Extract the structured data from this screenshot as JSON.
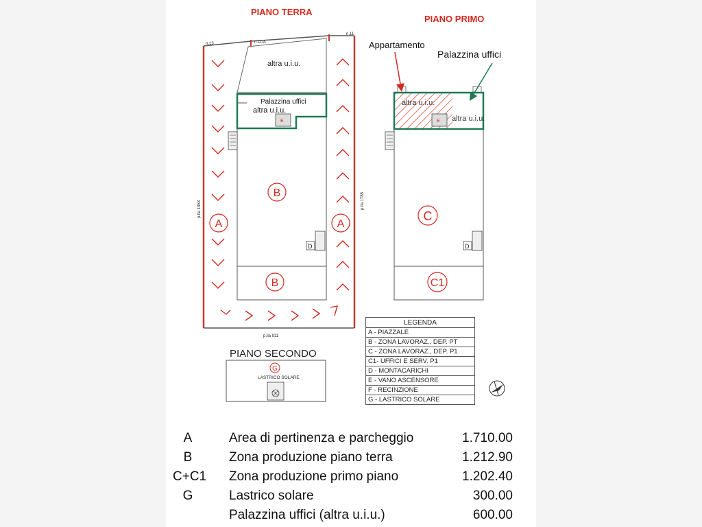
{
  "floors": {
    "ground": "PIANO TERRA",
    "first": "PIANO PRIMO",
    "second": "PIANO SECONDO"
  },
  "annotations": {
    "apartment": "Appartamento",
    "office_building_first": "Palazzina uffici",
    "office_building_ground": "Palazzina uffici",
    "other_unit": "altra u.i.u."
  },
  "parcels": {
    "n13": "n.13",
    "n11a": "n.11/A",
    "n11": "n.11",
    "left": "p.lla 1353",
    "right": "p.lla 1785",
    "bottom": "p.lla 911"
  },
  "zones": {
    "a": "A",
    "b": "B",
    "c": "C",
    "c1": "C1",
    "d": "D",
    "e": "E",
    "g": "G"
  },
  "solar_roof_label": "LASTRICO SOLARE",
  "legend": {
    "title": "LEGENDA",
    "items": [
      "A - PIAZZALE",
      "B - ZONA LAVORAZ., DEP. PT",
      "C - ZONA LAVORAZ., DEP. P1",
      "C1- UFFICI E SERV. P1",
      "D - MONTACARICHI",
      "E - VANO ASCENSORE",
      "F - RECINZIONE",
      "G - LASTRICO SOLARE"
    ]
  },
  "summary": [
    {
      "key": "A",
      "desc": "Area di pertinenza e parcheggio",
      "value": "1.710.00"
    },
    {
      "key": "B",
      "desc": "Zona produzione piano terra",
      "value": "1.212.90"
    },
    {
      "key": "C+C1",
      "desc": "Zona produzione primo piano",
      "value": "1.202.40"
    },
    {
      "key": "G",
      "desc": "Lastrico solare",
      "value": "300.00"
    },
    {
      "key": "",
      "desc": "Palazzina uffici  (altra u.i.u.)",
      "value": "600.00"
    }
  ],
  "colors": {
    "red": "#d42a20",
    "green": "#1e7a52",
    "line": "#555555"
  }
}
